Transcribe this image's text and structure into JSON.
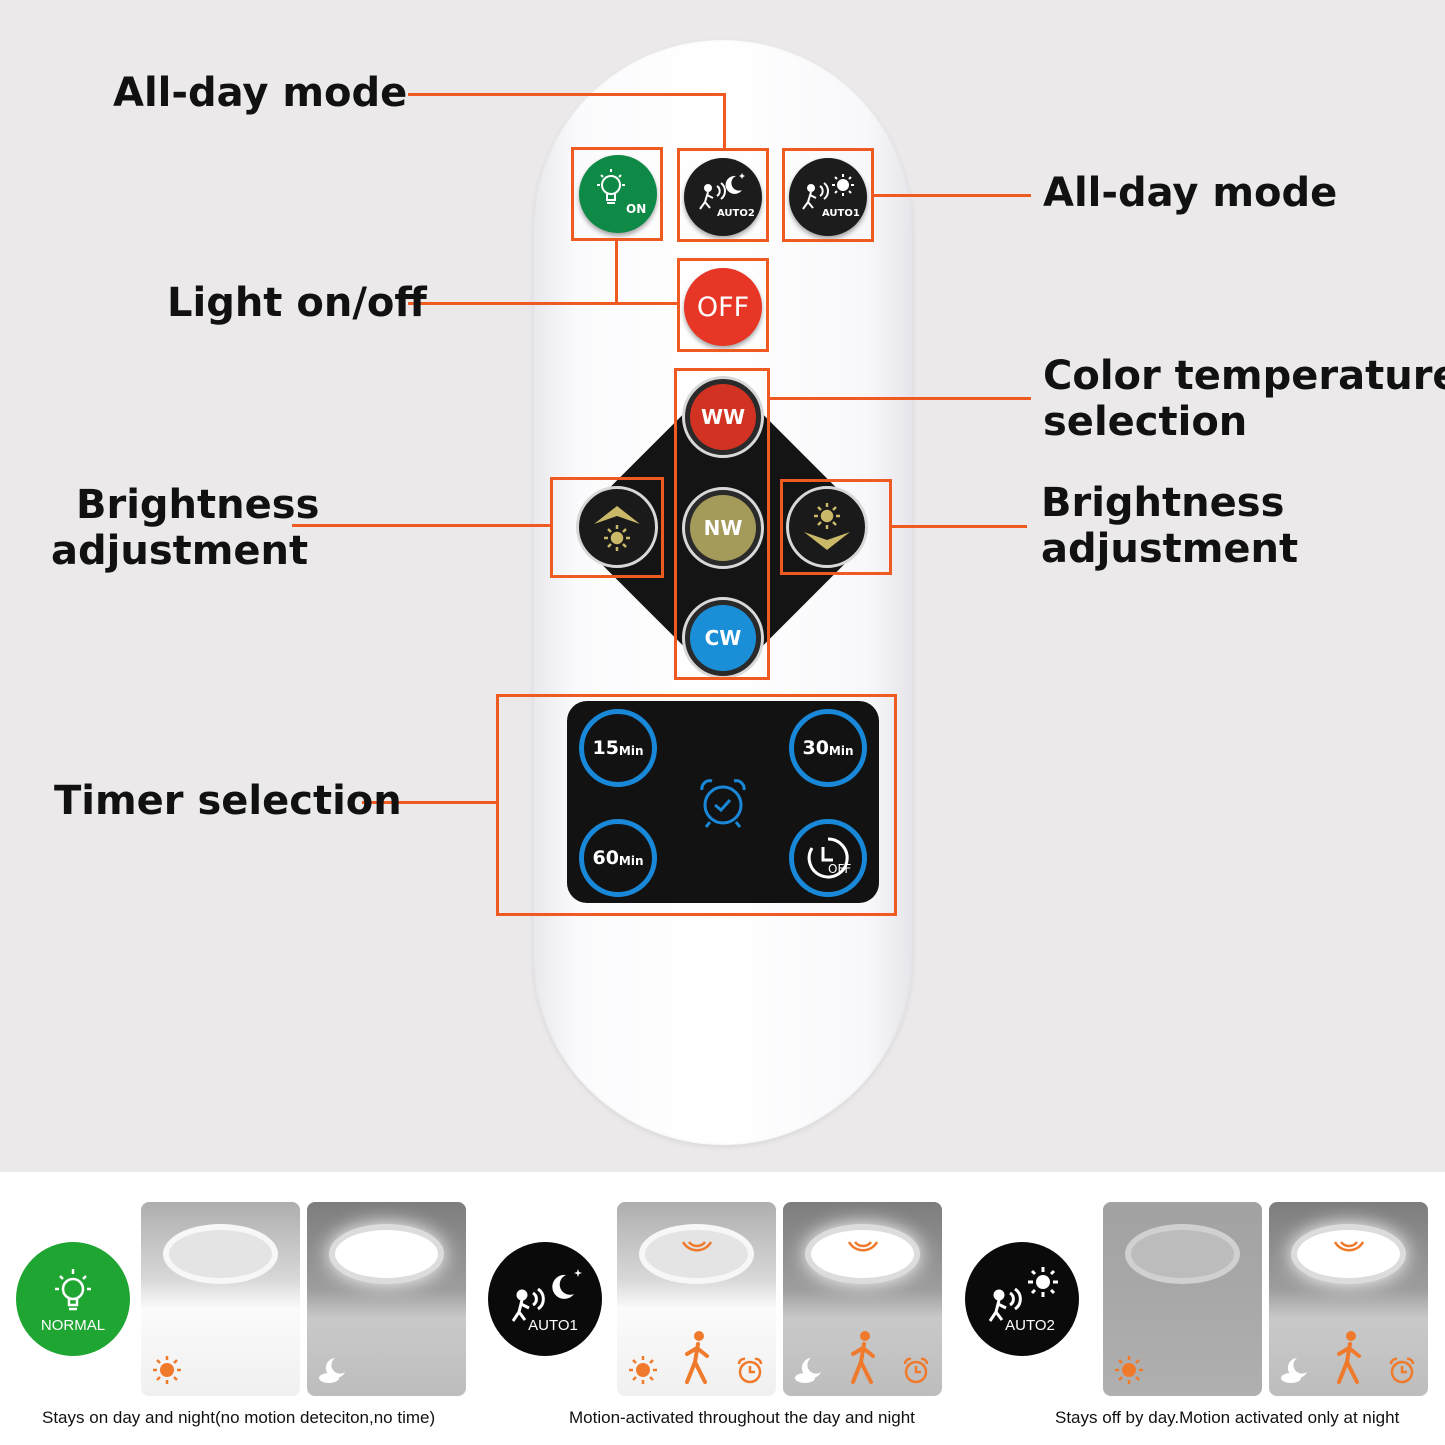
{
  "labels": {
    "all_day_mode_left": "All-day mode",
    "all_day_mode_right": "All-day mode",
    "light_on_off": "Light on/off",
    "color_temp_line1": "Color temperature",
    "color_temp_line2": "selection",
    "brightness_left_line1": "Brightness",
    "brightness_left_line2": "adjustment",
    "brightness_right_line1": "Brightness",
    "brightness_right_line2": "adjustment",
    "timer_selection": "Timer selection"
  },
  "remote": {
    "on_label": "ON",
    "auto2_label": "AUTO2",
    "auto1_label": "AUTO1",
    "off_label": "OFF",
    "ww_label": "WW",
    "nw_label": "NW",
    "cw_label": "CW",
    "timer_15_num": "15",
    "timer_30_num": "30",
    "timer_60_num": "60",
    "timer_unit": "Min",
    "timer_off_label": "OFF"
  },
  "modes": [
    {
      "badge": "NORMAL",
      "caption": "Stays on day and night(no motion deteciton,no time)"
    },
    {
      "badge": "AUTO1",
      "caption": "Motion-activated throughout the day and night"
    },
    {
      "badge": "AUTO2",
      "caption": "Stays off by day.Motion activated only at night"
    }
  ],
  "colors": {
    "accent": "#ee5a20",
    "on_green": "#0e8a46",
    "off_red": "#e83626",
    "timer_blue": "#1a88d8",
    "ww_red": "#d23221",
    "nw_khaki": "#a49a5a",
    "cw_blue": "#1a8fd8"
  }
}
